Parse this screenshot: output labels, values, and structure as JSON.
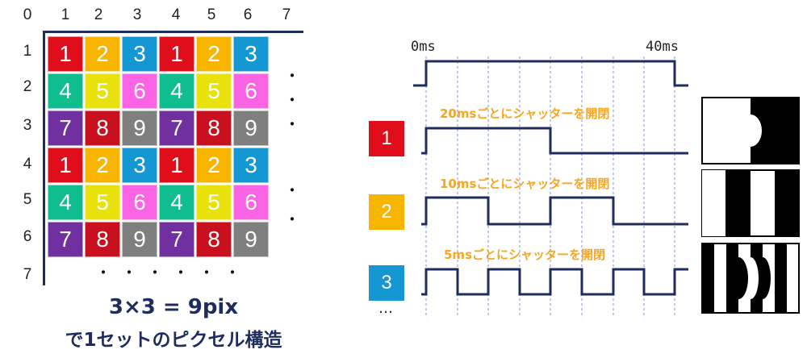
{
  "grid": {
    "col_numbers": [
      "0",
      "1",
      "2",
      "3",
      "4",
      "5",
      "6",
      "7"
    ],
    "row_numbers": [
      "1",
      "2",
      "3",
      "4",
      "5",
      "6",
      "7"
    ],
    "cells": [
      [
        "1",
        "2",
        "3",
        "1",
        "2",
        "3"
      ],
      [
        "4",
        "5",
        "6",
        "4",
        "5",
        "6"
      ],
      [
        "7",
        "8",
        "9",
        "7",
        "8",
        "9"
      ],
      [
        "1",
        "2",
        "3",
        "1",
        "2",
        "3"
      ],
      [
        "4",
        "5",
        "6",
        "4",
        "5",
        "6"
      ],
      [
        "7",
        "8",
        "9",
        "7",
        "8",
        "9"
      ]
    ],
    "bottom_dots": "・・・・・・",
    "right_dots": [
      "・",
      "・",
      "・",
      "・",
      "・"
    ]
  },
  "caption": {
    "line1": "3×3 = 9pix",
    "line2": "で1セットのピクセル構造"
  },
  "timing": {
    "start_label": "0ms",
    "end_label": "40ms",
    "signals": [
      {
        "id": "1",
        "label": "20msごとにシャッターを開閉"
      },
      {
        "id": "2",
        "label": "10msごとにシャッターを開閉"
      },
      {
        "id": "3",
        "label": "5msごとにシャッターを開閉"
      }
    ],
    "ellipsis": "…"
  },
  "colors": {
    "1": "#e00d1a",
    "2": "#f8b500",
    "3": "#1597d3",
    "navy": "#1f2d5e",
    "accent_orange": "#f5a623"
  }
}
